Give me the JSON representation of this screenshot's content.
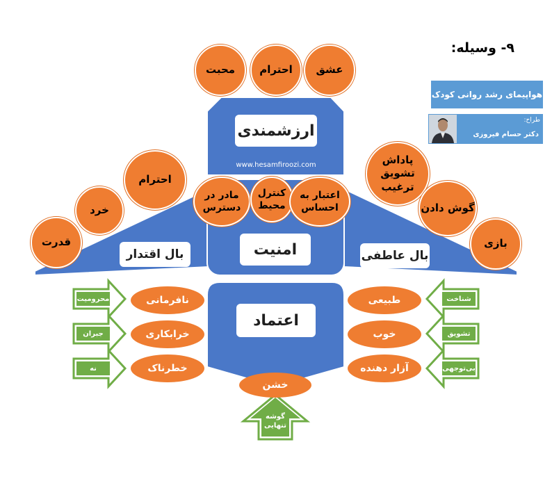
{
  "header": {
    "title": "۹- وسیله:"
  },
  "info": {
    "title": "هواپیمای رشد روانی کودک",
    "designer_label": "طراح:",
    "designer_name": "دکتر حسام فیروزی"
  },
  "top_block": {
    "label": "ارزشمندی",
    "url": "www.hesamfiroozi.com"
  },
  "top_circles": [
    "عشق",
    "احترام",
    "محبت"
  ],
  "center_block": {
    "label": "امنیت"
  },
  "center_circles": [
    "مادر در دسترس",
    "کنترل محیط",
    "اعتبار به احساس"
  ],
  "left_wing": {
    "label": "بال اقتدار",
    "circles": [
      "احترام",
      "خرد",
      "قدرت"
    ]
  },
  "right_wing": {
    "label": "بال عاطفی",
    "circles": [
      "پاداش تشویق ترغیب",
      "گوش دادن",
      "بازی"
    ]
  },
  "bottom_block": {
    "label": "اعتماد"
  },
  "left_ovals": [
    "نافرمانی",
    "خرابکاری",
    "خطرناک"
  ],
  "left_arrows": [
    "محرومیت",
    "جبران",
    "نه"
  ],
  "right_ovals": [
    "طبیعی",
    "خوب",
    "آزار دهنده"
  ],
  "right_arrows": [
    "شناخت",
    "تشویق",
    "بی‌توجهی"
  ],
  "bottom": {
    "oval": "خشن",
    "arrow": "گوشه تنهایی"
  },
  "colors": {
    "blue": "#4a78c8",
    "orange": "#ef7d31",
    "green": "#70ad47",
    "panel": "#5b9bd5"
  }
}
